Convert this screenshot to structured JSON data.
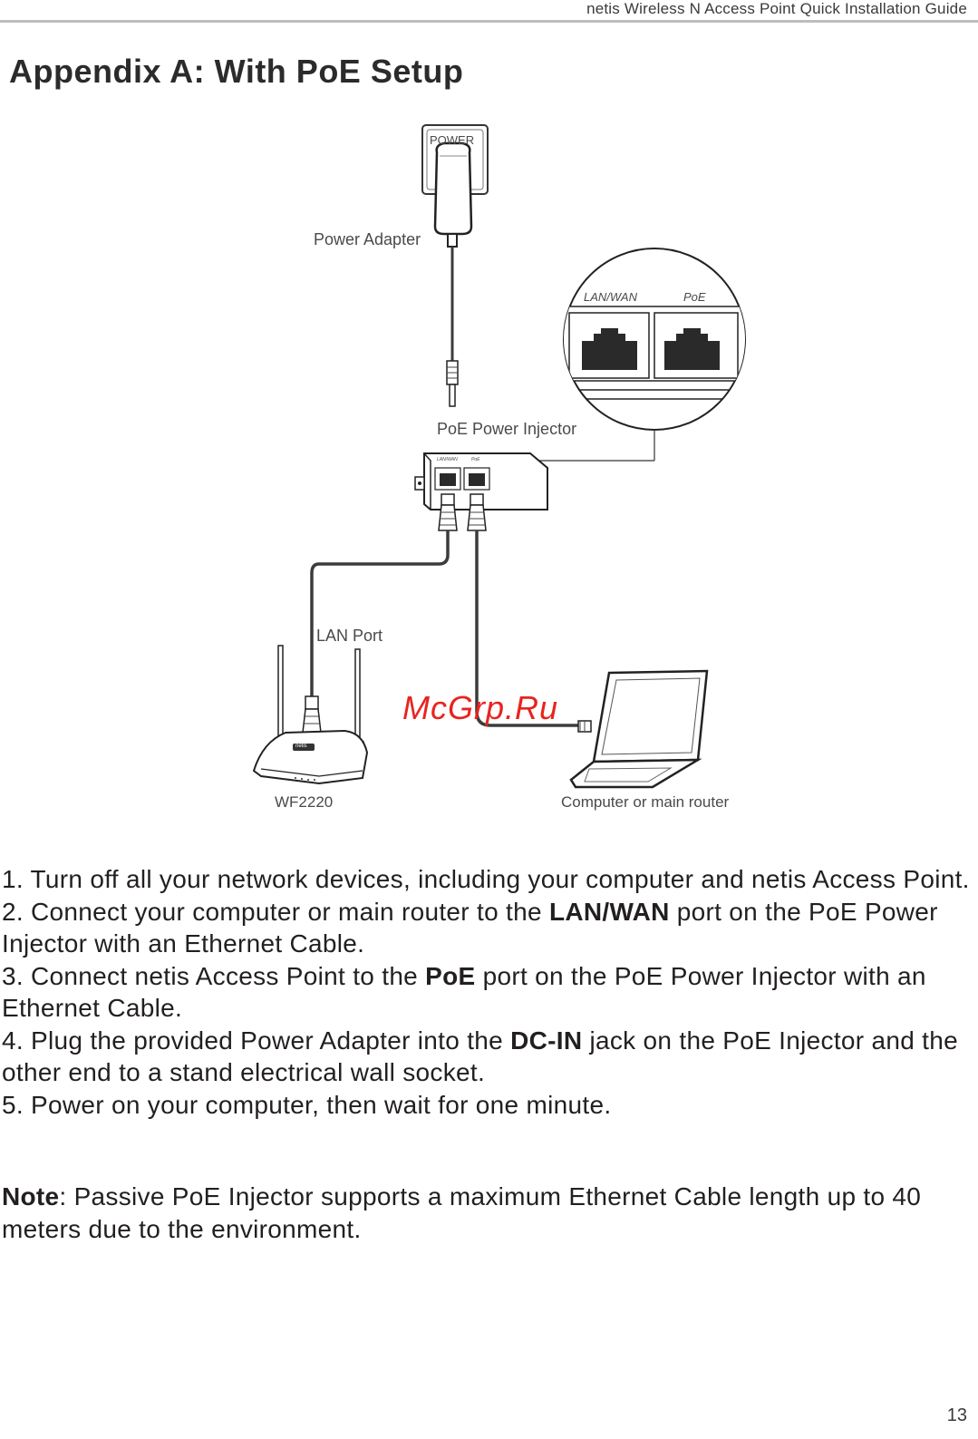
{
  "header": {
    "title": "netis Wireless N Access Point Quick Installation Guide"
  },
  "page_title": "Appendix A: With PoE Setup",
  "diagram": {
    "socket_label": "POWER",
    "power_adapter_label": "Power Adapter",
    "port_zoom_lan_label": "LAN/WAN",
    "port_zoom_poe_label": "PoE",
    "injector_label": "PoE Power Injector",
    "lan_port_label": "LAN Port",
    "ap_model_label": "WF2220",
    "computer_label": "Computer or main router",
    "ap_brand": "netis",
    "injector_small_lan": "LAN/WAN",
    "injector_small_poe": "PoE"
  },
  "watermark": "McGrp.Ru",
  "steps": [
    {
      "pre": "1. Turn off all your network devices, including your computer and netis Access Point.",
      "bold": "",
      "post": ""
    },
    {
      "pre": "2. Connect your computer or main router to the ",
      "bold": "LAN/WAN",
      "post": " port on the PoE Power Injector with an Ethernet Cable."
    },
    {
      "pre": "3. Connect netis Access Point to the ",
      "bold": "PoE",
      "post": " port on the PoE Power Injector with an Ethernet Cable."
    },
    {
      "pre": "4. Plug the provided Power Adapter into the ",
      "bold": "DC-IN",
      "post": " jack on the PoE Injector and the other end to a stand electrical wall socket."
    },
    {
      "pre": "5. Power on your computer, then wait for one minute.",
      "bold": "",
      "post": ""
    }
  ],
  "note": {
    "label": "Note",
    "text": ": Passive PoE Injector supports a maximum Ethernet Cable length up to 40 meters due to the environment."
  },
  "page_number": "13"
}
